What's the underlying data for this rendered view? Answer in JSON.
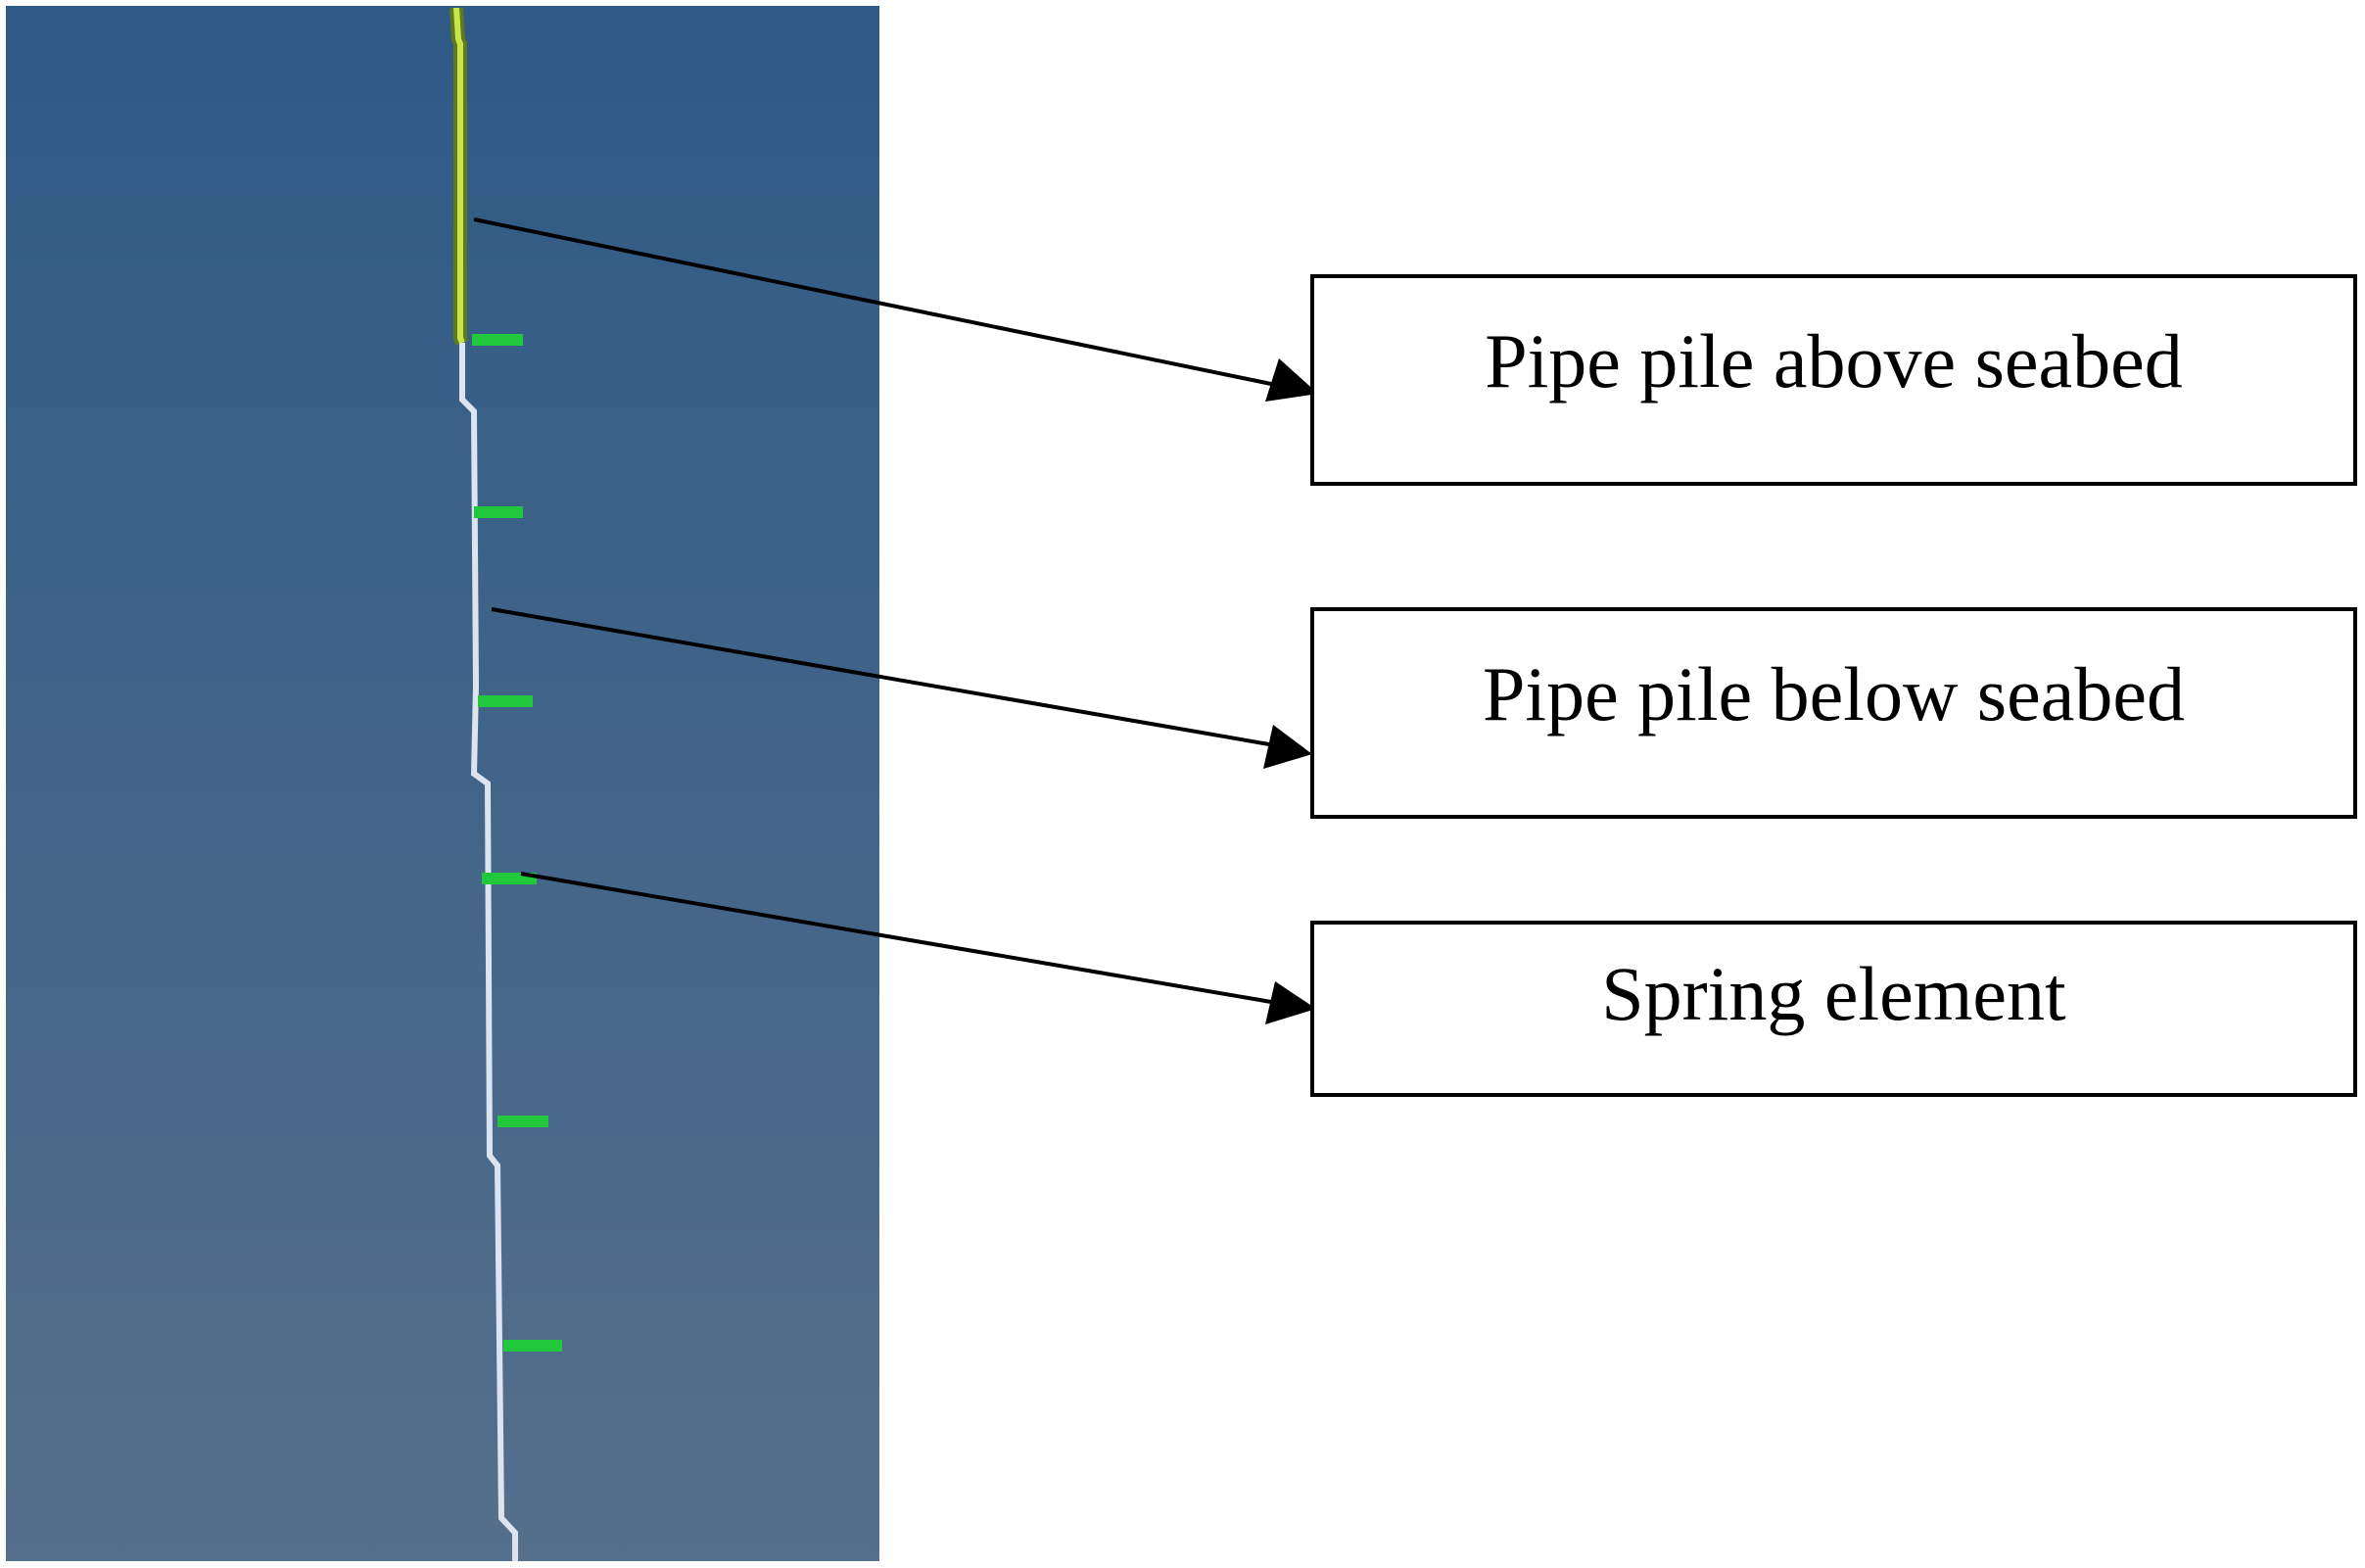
{
  "labels": {
    "above_seabed": "Pipe pile above seabed",
    "below_seabed": "Pipe pile below seabed",
    "spring": "Spring element"
  },
  "colors": {
    "panel_top": "#2f5a85",
    "panel_bottom": "#556f8c",
    "pile_above": "#c8e64c",
    "pile_below": "#dde4f0",
    "spring": "#22c83c",
    "leader": "#000000"
  }
}
